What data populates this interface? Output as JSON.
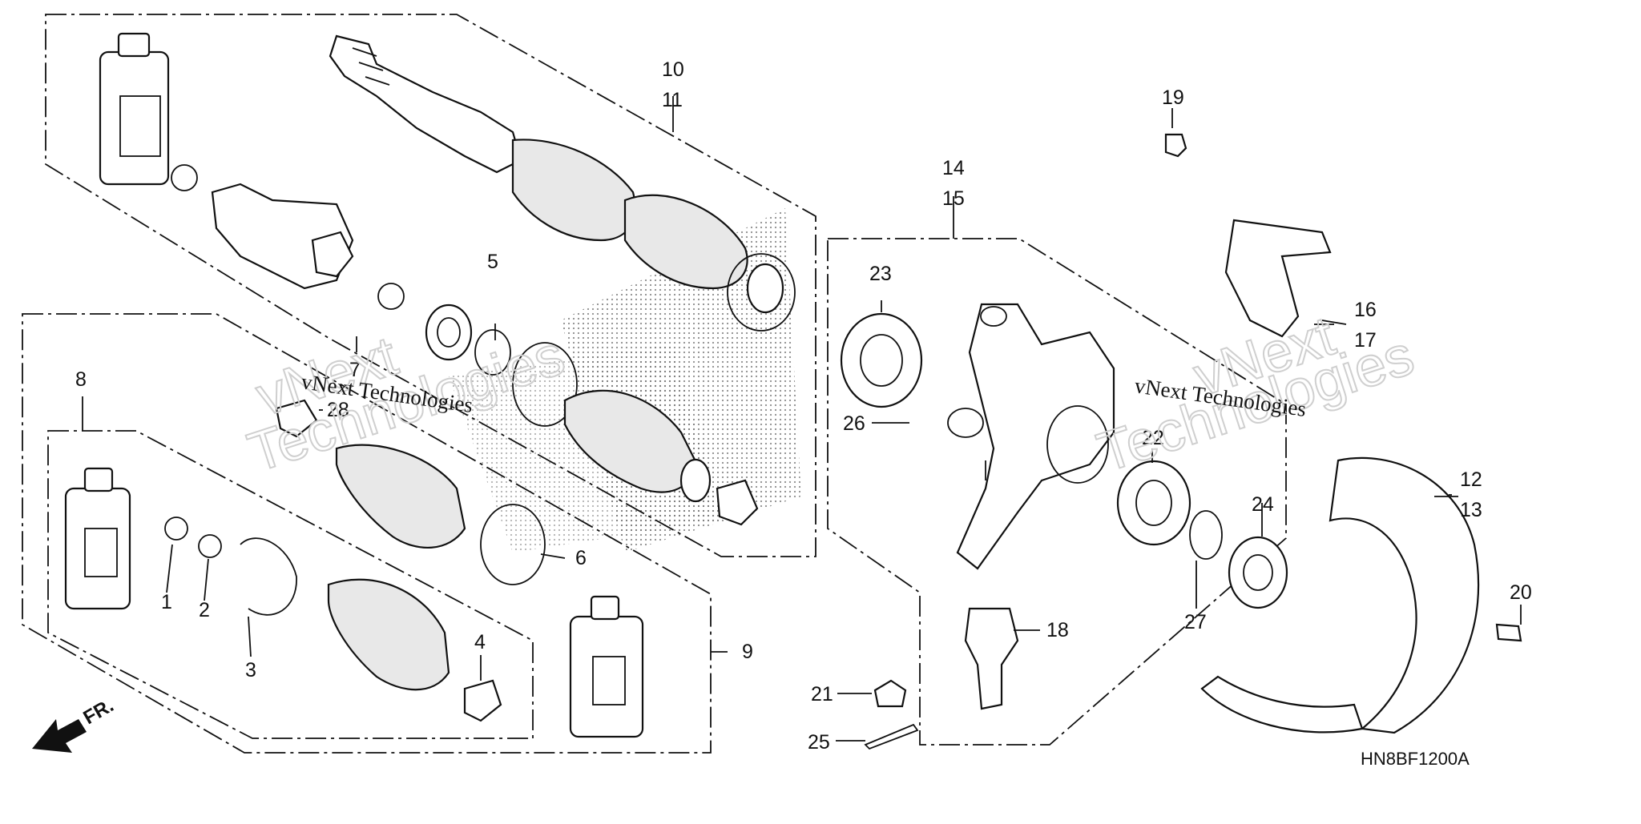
{
  "diagram": {
    "drawing_code": "HN8BF1200A",
    "direction_label": "FR.",
    "watermark": {
      "text": "vNext Technologies",
      "large_line1": "vNext",
      "large_line2": "Technologies"
    },
    "callouts": {
      "p1": "1",
      "p2": "2",
      "p3": "3",
      "p4": "4",
      "p5": "5",
      "p6": "6",
      "p7": "7",
      "p8": "8",
      "p9": "9",
      "p10": "10",
      "p11": "11",
      "p12": "12",
      "p13": "13",
      "p14": "14",
      "p15": "15",
      "p16": "16",
      "p17": "17",
      "p18": "18",
      "p19": "19",
      "p20": "20",
      "p21": "21",
      "p22": "22",
      "p23": "23",
      "p24": "24",
      "p25": "25",
      "p26": "26",
      "p27": "27",
      "p28": "28"
    }
  }
}
